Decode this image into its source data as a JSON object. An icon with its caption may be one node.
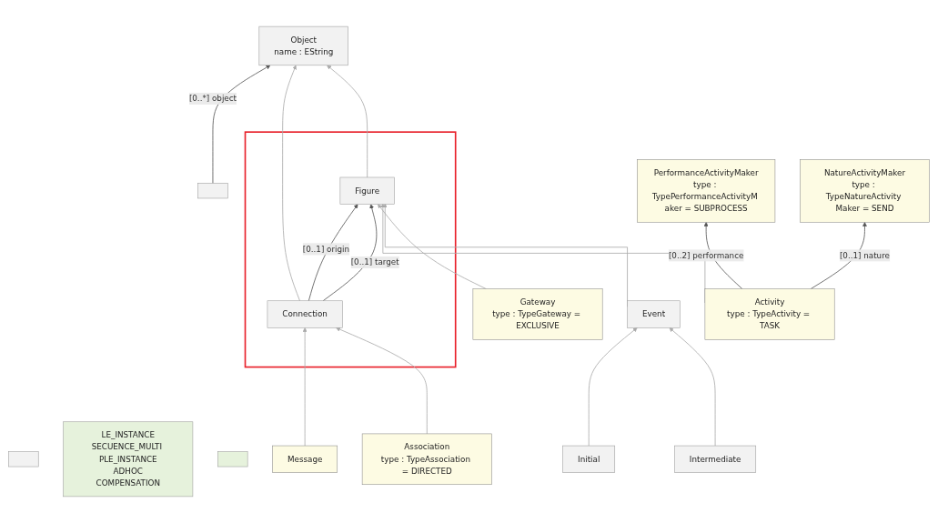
{
  "diagram": {
    "nodes": [
      {
        "text": [],
        "shape": "box"
      },
      {
        "text": [],
        "shape": "box"
      },
      {
        "text": [
          "LE_INSTANCE",
          "SECUENCE_MULTI PLE_INSTANCE",
          "ADHOC",
          "COMPENSATION"
        ]
      },
      {
        "text": [],
        "shape": "box"
      },
      {
        "text": [
          "Object",
          "name : EString"
        ]
      },
      {
        "text": [],
        "shape": "box"
      },
      {
        "text": [
          "Connection"
        ],
        "in": 5
      },
      {
        "text": [
          "Figure"
        ],
        "in": 5
      },
      {
        "text": [
          "Message"
        ]
      },
      {
        "text": [
          "Association",
          "type : TypeAssociation = DIRECTED"
        ]
      },
      {
        "text": [
          "Gateway",
          "type : TypeGateway = EXCLUSIVE"
        ]
      },
      {
        "text": [
          "Activity",
          "type : TypeActivity = TASK"
        ]
      },
      {
        "text": [
          "PerformanceActivityMaker",
          "type : TypePerformanceActivityM aker = SUBPROCESS"
        ]
      },
      {
        "text": [
          "NatureActivityMaker",
          "type : TypeNatureActivity Maker = SEND"
        ]
      },
      {
        "text": [
          "Event"
        ]
      },
      {
        "text": [
          "Initial"
        ]
      },
      {
        "text": [
          "Intermediate"
        ]
      }
    ],
    "edges": [
      {
        "from": 0,
        "to": 4,
        "arrow": "to",
        "label": "[0..*] object",
        "color": "#555555"
      },
      {
        "from": 6,
        "to": 4,
        "arrow": "to"
      },
      {
        "from": 7,
        "to": 4,
        "arrow": "to"
      },
      {
        "from": 6,
        "to": 7,
        "arrow": "to",
        "label": "[0..1] origin",
        "color": "#555555"
      },
      {
        "from": 6,
        "to": 7,
        "arrow": "to",
        "label": "[0..1] target",
        "color": "#555555"
      },
      {
        "from": 8,
        "to": 6,
        "arrow": "to"
      },
      {
        "from": 9,
        "to": 6,
        "arrow": "to"
      },
      {
        "from": 10,
        "to": 7,
        "arrow": "to"
      },
      {
        "from": 11,
        "to": 7,
        "arrow": "to"
      },
      {
        "from": 14,
        "to": 7,
        "arrow": "to"
      },
      {
        "from": 11,
        "to": 12,
        "arrow": "to",
        "label": "[0..2] performance",
        "color": "#555555"
      },
      {
        "from": 11,
        "to": 13,
        "arrow": "to",
        "label": "[0..1] nature",
        "color": "#555555"
      },
      {
        "from": 15,
        "to": 14,
        "arrow": "to"
      },
      {
        "from": 16,
        "to": 14,
        "arrow": "to"
      }
    ]
  }
}
